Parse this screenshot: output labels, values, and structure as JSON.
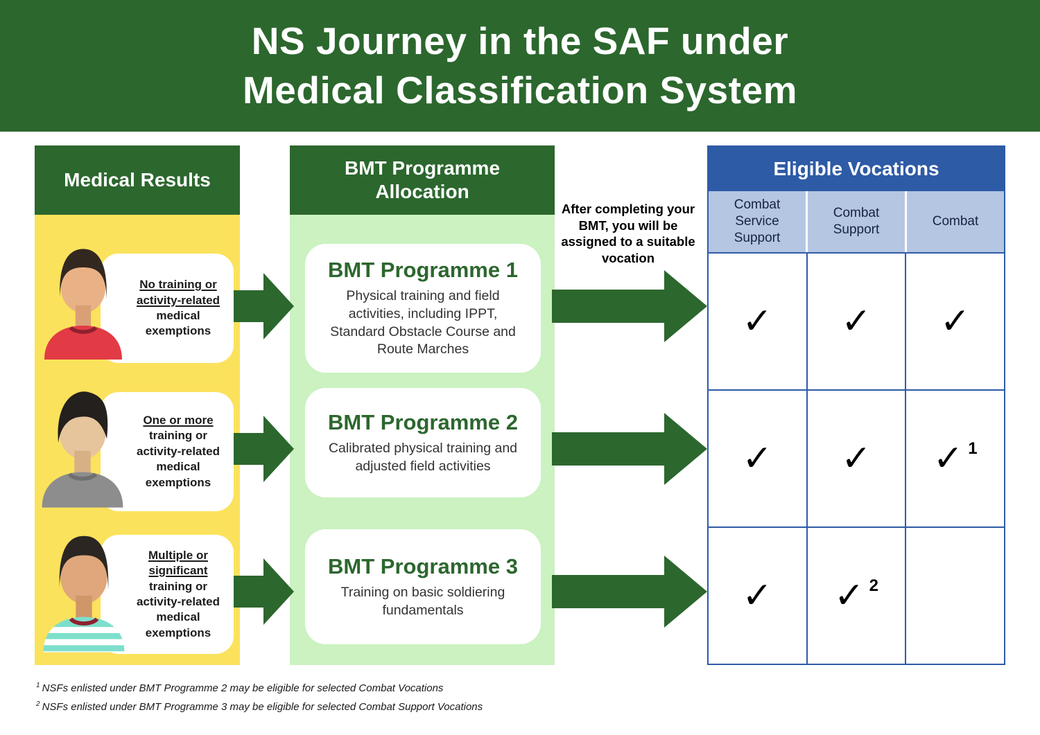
{
  "banner": {
    "line1": "NS Journey in the SAF under",
    "line2": "Medical Classification System"
  },
  "medical": {
    "header": "Medical Results",
    "items": [
      {
        "avatar": "person-red-shirt",
        "highlight": "No training or activity-related",
        "rest": "medical exemptions"
      },
      {
        "avatar": "person-gray-shirt",
        "highlight": "One or more",
        "rest": "training or activity-related medical exemptions"
      },
      {
        "avatar": "person-striped-shirt",
        "highlight": "Multiple or significant",
        "rest": "training or activity-related medical exemptions"
      }
    ]
  },
  "bmt": {
    "header": "BMT Programme Allocation",
    "programmes": [
      {
        "title": "BMT Programme 1",
        "desc": "Physical training and field activities, including IPPT, Standard Obstacle Course and Route Marches"
      },
      {
        "title": "BMT Programme 2",
        "desc": "Calibrated physical training and adjusted field activities"
      },
      {
        "title": "BMT Programme 3",
        "desc": "Training on basic soldiering fundamentals"
      }
    ]
  },
  "note": "After completing your BMT, you will be assigned to a suitable vocation",
  "vocations": {
    "header": "Eligible Vocations",
    "columns": [
      "Combat Service Support",
      "Combat Support",
      "Combat"
    ],
    "rows": [
      {
        "cells": [
          {
            "check": "✓",
            "sup": ""
          },
          {
            "check": "✓",
            "sup": ""
          },
          {
            "check": "✓",
            "sup": ""
          }
        ]
      },
      {
        "cells": [
          {
            "check": "✓",
            "sup": ""
          },
          {
            "check": "✓",
            "sup": ""
          },
          {
            "check": "✓",
            "sup": "1"
          }
        ]
      },
      {
        "cells": [
          {
            "check": "✓",
            "sup": ""
          },
          {
            "check": "✓",
            "sup": "2"
          },
          {
            "check": "",
            "sup": ""
          }
        ]
      }
    ]
  },
  "footnotes": [
    {
      "sup": "1",
      "text": "NSFs enlisted under BMT Programme 2 may be eligible for selected Combat Vocations"
    },
    {
      "sup": "2",
      "text": "NSFs enlisted under BMT Programme 3 may be eligible for selected Combat Support Vocations"
    }
  ],
  "colors": {
    "dark_green": "#2c672e",
    "yellow": "#fbe25c",
    "light_green": "#cbf2c0",
    "blue": "#2e5ba6",
    "light_blue": "#b4c6e2",
    "red_shirt": "#e23b45",
    "gray_shirt": "#8d8d8d",
    "teal_shirt": "#7ddfcb",
    "checkmark": "#000000"
  }
}
